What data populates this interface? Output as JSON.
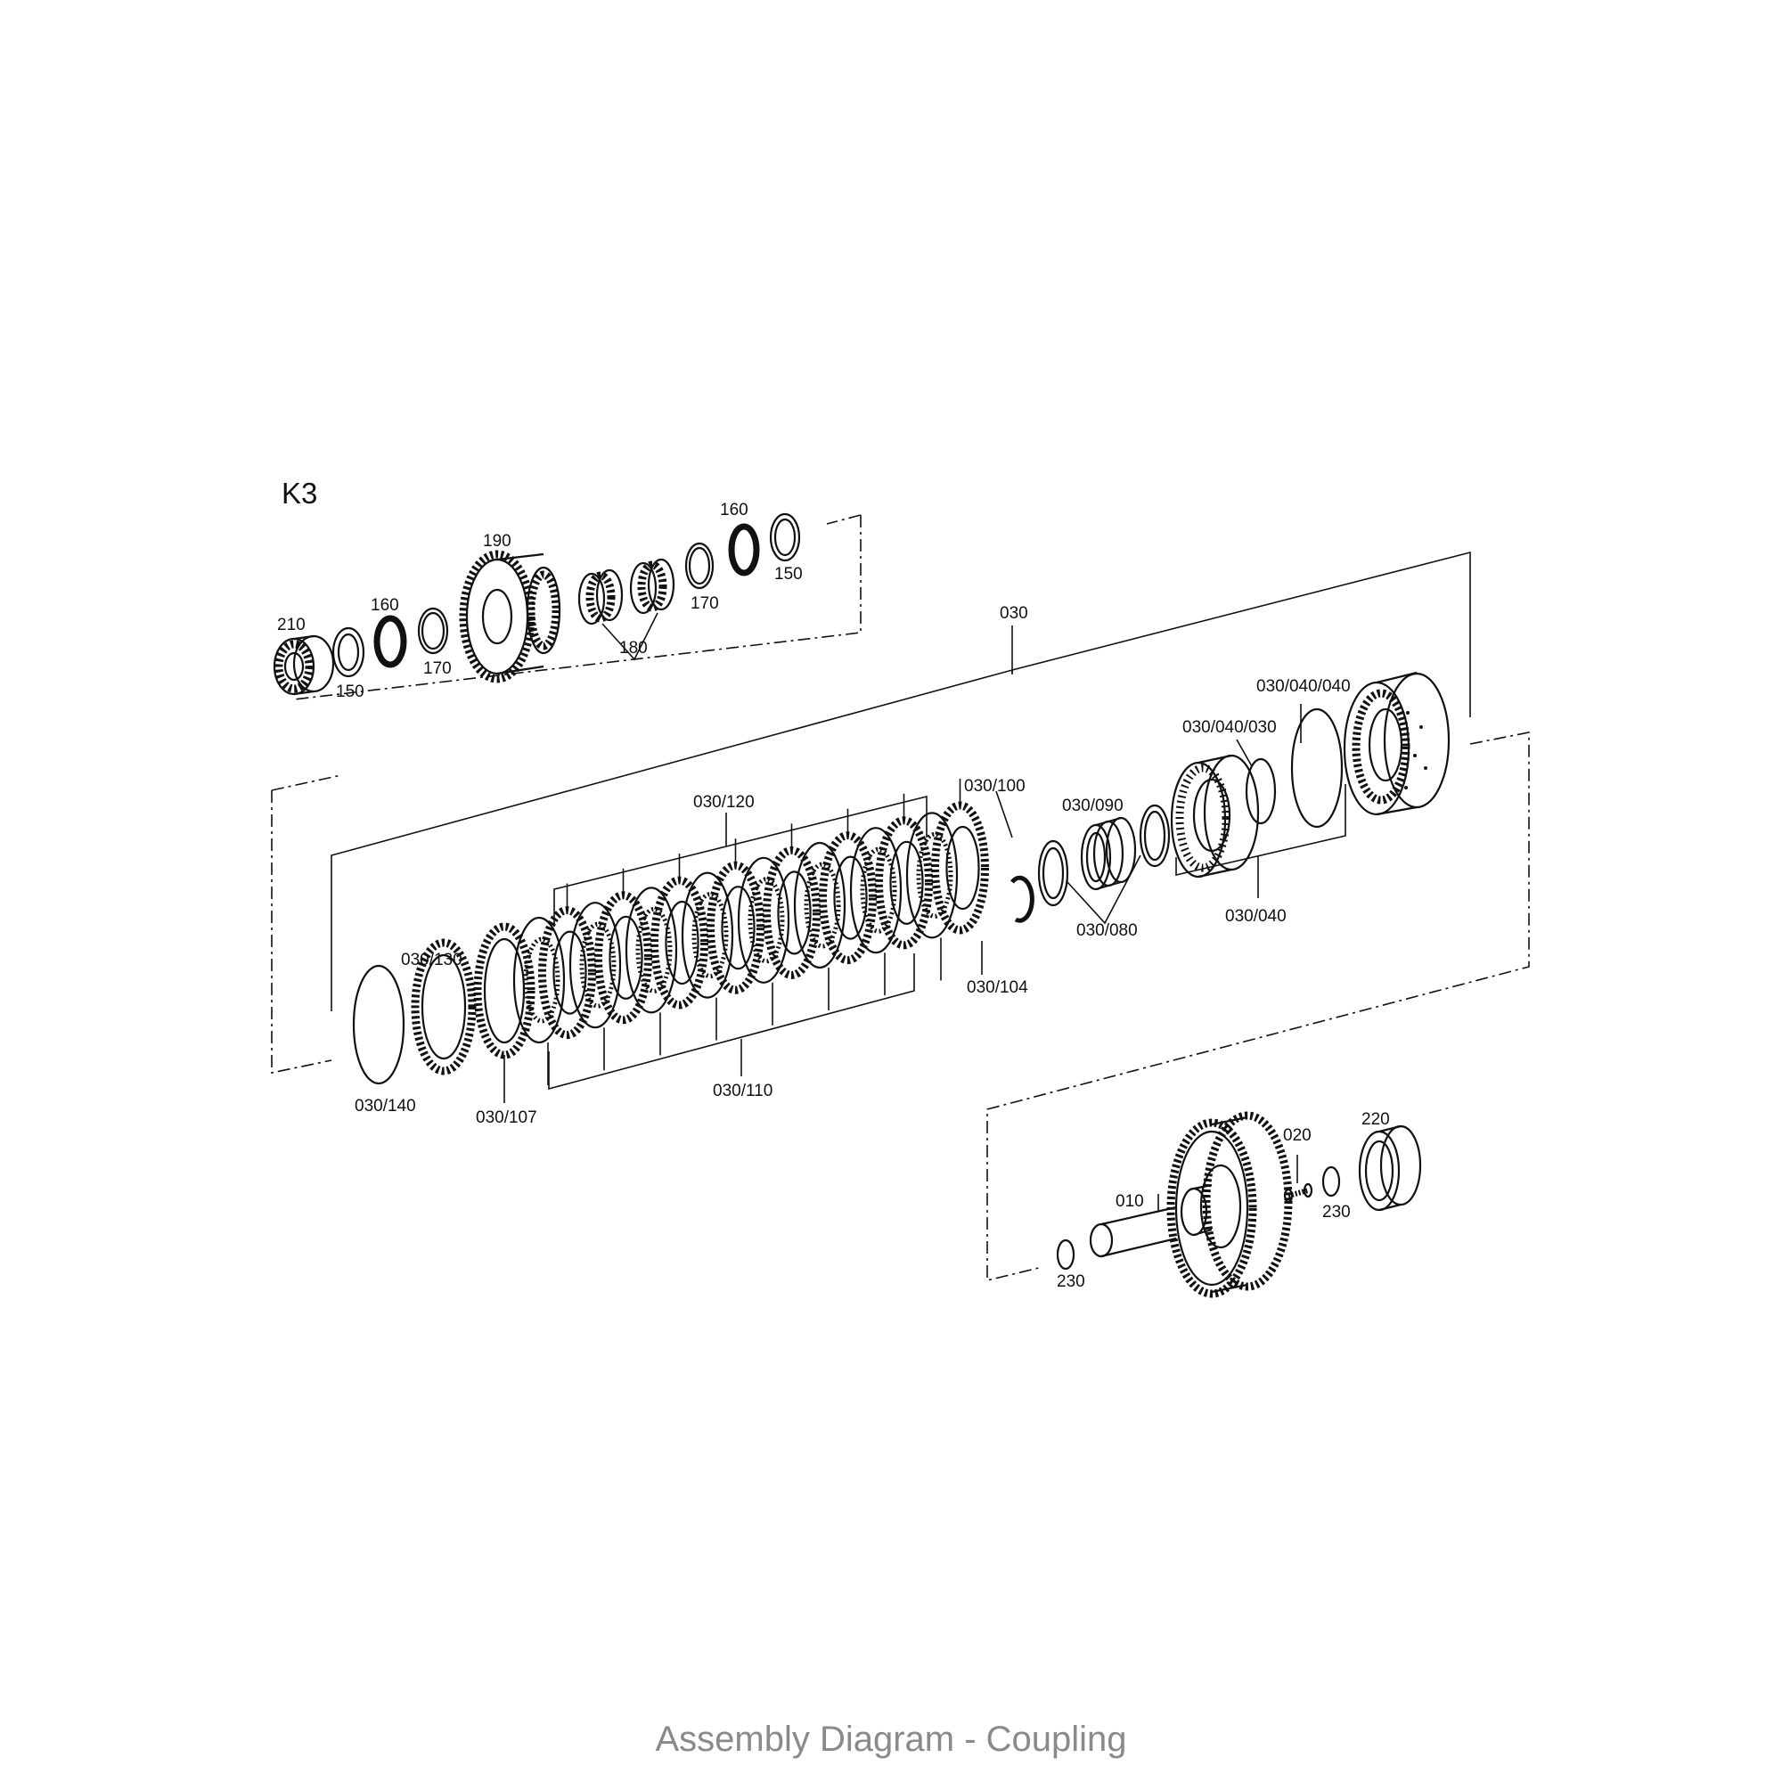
{
  "diagram_title": "K3",
  "caption": "Assembly Diagram - Coupling",
  "colors": {
    "ink": "#111111",
    "caption": "#8a8a8a",
    "background": "#ffffff"
  },
  "labels": {
    "l210": "210",
    "l150a": "150",
    "l160a": "160",
    "l170a": "170",
    "l190": "190",
    "l180": "180",
    "l170b": "170",
    "l160b": "160",
    "l150b": "150",
    "l030": "030",
    "l030_040_040": "030/040/040",
    "l030_040_030": "030/040/030",
    "l030_100": "030/100",
    "l030_090": "030/090",
    "l030_120": "030/120",
    "l030_130": "030/130",
    "l030_104": "030/104",
    "l030_080": "030/080",
    "l030_040": "030/040",
    "l030_140": "030/140",
    "l030_107": "030/107",
    "l030_110": "030/110",
    "l220": "220",
    "l020": "020",
    "l010": "010",
    "l230a": "230",
    "l230b": "230"
  }
}
